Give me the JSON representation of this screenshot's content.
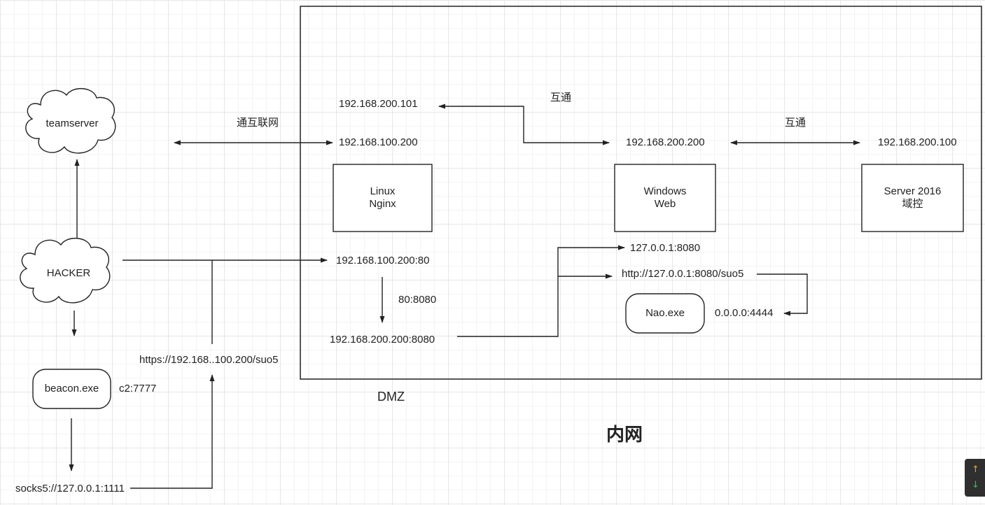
{
  "nodes": {
    "teamserver": "teamserver",
    "hacker": "HACKER",
    "beacon": "beacon.exe",
    "linux": [
      "Linux",
      "Nginx"
    ],
    "windows": [
      "Windows",
      "Web"
    ],
    "server": [
      "Server 2016",
      "域控"
    ],
    "nao": "Nao.exe"
  },
  "labels": {
    "ip_200_101": "192.168.200.101",
    "ip_100_200": "192.168.100.200",
    "ip_200_200": "192.168.200.200",
    "ip_200_100": "192.168.200.100",
    "hutong_1": "互通",
    "hutong_2": "互通",
    "internet": "通互联网",
    "ip_100_200_80": "192.168.100.200:80",
    "port_map": "80:8080",
    "ip_200_200_8080": "192.168.200.200:8080",
    "local_8080": "127.0.0.1:8080",
    "http_suo5": "http://127.0.0.1:8080/suo5",
    "listen_4444": "0.0.0.0:4444",
    "https_suo5": "https://192.168..100.200/suo5",
    "c2": "c2:7777",
    "socks": "socks5://127.0.0.1:1111",
    "dmz": "DMZ",
    "intranet": "内网"
  },
  "toolbar": {
    "up": "↑",
    "down": "↓"
  },
  "colors": {
    "line": "#222222",
    "grid": "#e6e6e6",
    "toolbar_up": "#f0a020",
    "toolbar_down": "#2ecc40"
  }
}
